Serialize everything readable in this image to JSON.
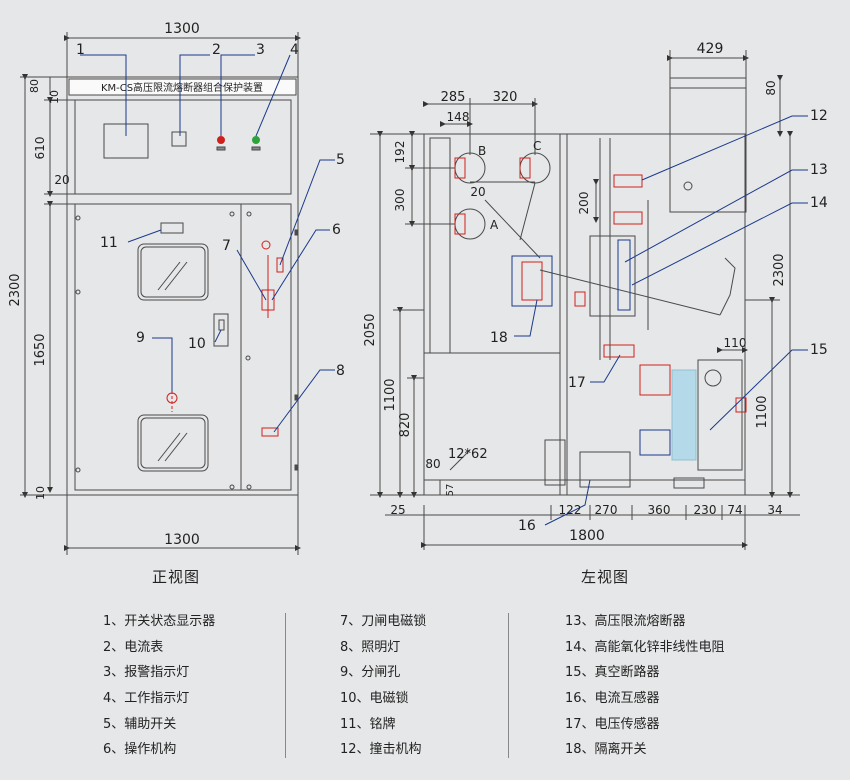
{
  "front_view": {
    "caption": "正视图",
    "nameplate": "KM-CS高压限流熔断器组合保护装置",
    "dims": {
      "top_width": "1300",
      "bottom_width": "1300",
      "top_strip": "80",
      "top_ten": "10",
      "upper": "610",
      "gap": "20",
      "total": "2300",
      "lower": "1650",
      "bottom_ten": "10"
    },
    "callouts": [
      "1",
      "2",
      "3",
      "4",
      "5",
      "6",
      "7",
      "8",
      "9",
      "10",
      "11"
    ]
  },
  "left_view": {
    "caption": "左视图",
    "dims": {
      "top": "429",
      "top_right": "80",
      "d285": "285",
      "d320": "320",
      "d148": "148",
      "d192": "192",
      "d300": "300",
      "d20": "20",
      "d200": "200",
      "h2050": "2050",
      "h1100": "1100",
      "h820": "820",
      "h2300": "2300",
      "h110": "110",
      "h1100r": "1100",
      "hole": "12*62",
      "d80": "80",
      "d57": "57",
      "b25": "25",
      "b122": "122",
      "b270": "270",
      "b360": "360",
      "b230": "230",
      "b74": "74",
      "b34": "34",
      "total": "1800"
    },
    "phase_labels": [
      "B",
      "C",
      "A"
    ],
    "callouts": [
      "12",
      "13",
      "14",
      "15",
      "16",
      "17",
      "18"
    ]
  },
  "legend": {
    "col1": [
      "1、开关状态显示器",
      "2、电流表",
      "3、报警指示灯",
      "4、工作指示灯",
      "5、辅助开关",
      "6、操作机构"
    ],
    "col2": [
      "7、刀闸电磁锁",
      "8、照明灯",
      "9、分闸孔",
      "10、电磁锁",
      "11、铭牌",
      "12、撞击机构"
    ],
    "col3": [
      "13、高压限流熔断器",
      "14、高能氧化锌非线性电阻",
      "15、真空断路器",
      "16、电流互感器",
      "17、电压传感器",
      "18、隔离开关"
    ]
  },
  "colors": {
    "background": "#e6e7e8",
    "line": "#4a4a4a",
    "callout_blue": "#1b3a8c",
    "red": "#d0201c",
    "green": "#2fa33b",
    "cyan": "#9fd4e8"
  }
}
